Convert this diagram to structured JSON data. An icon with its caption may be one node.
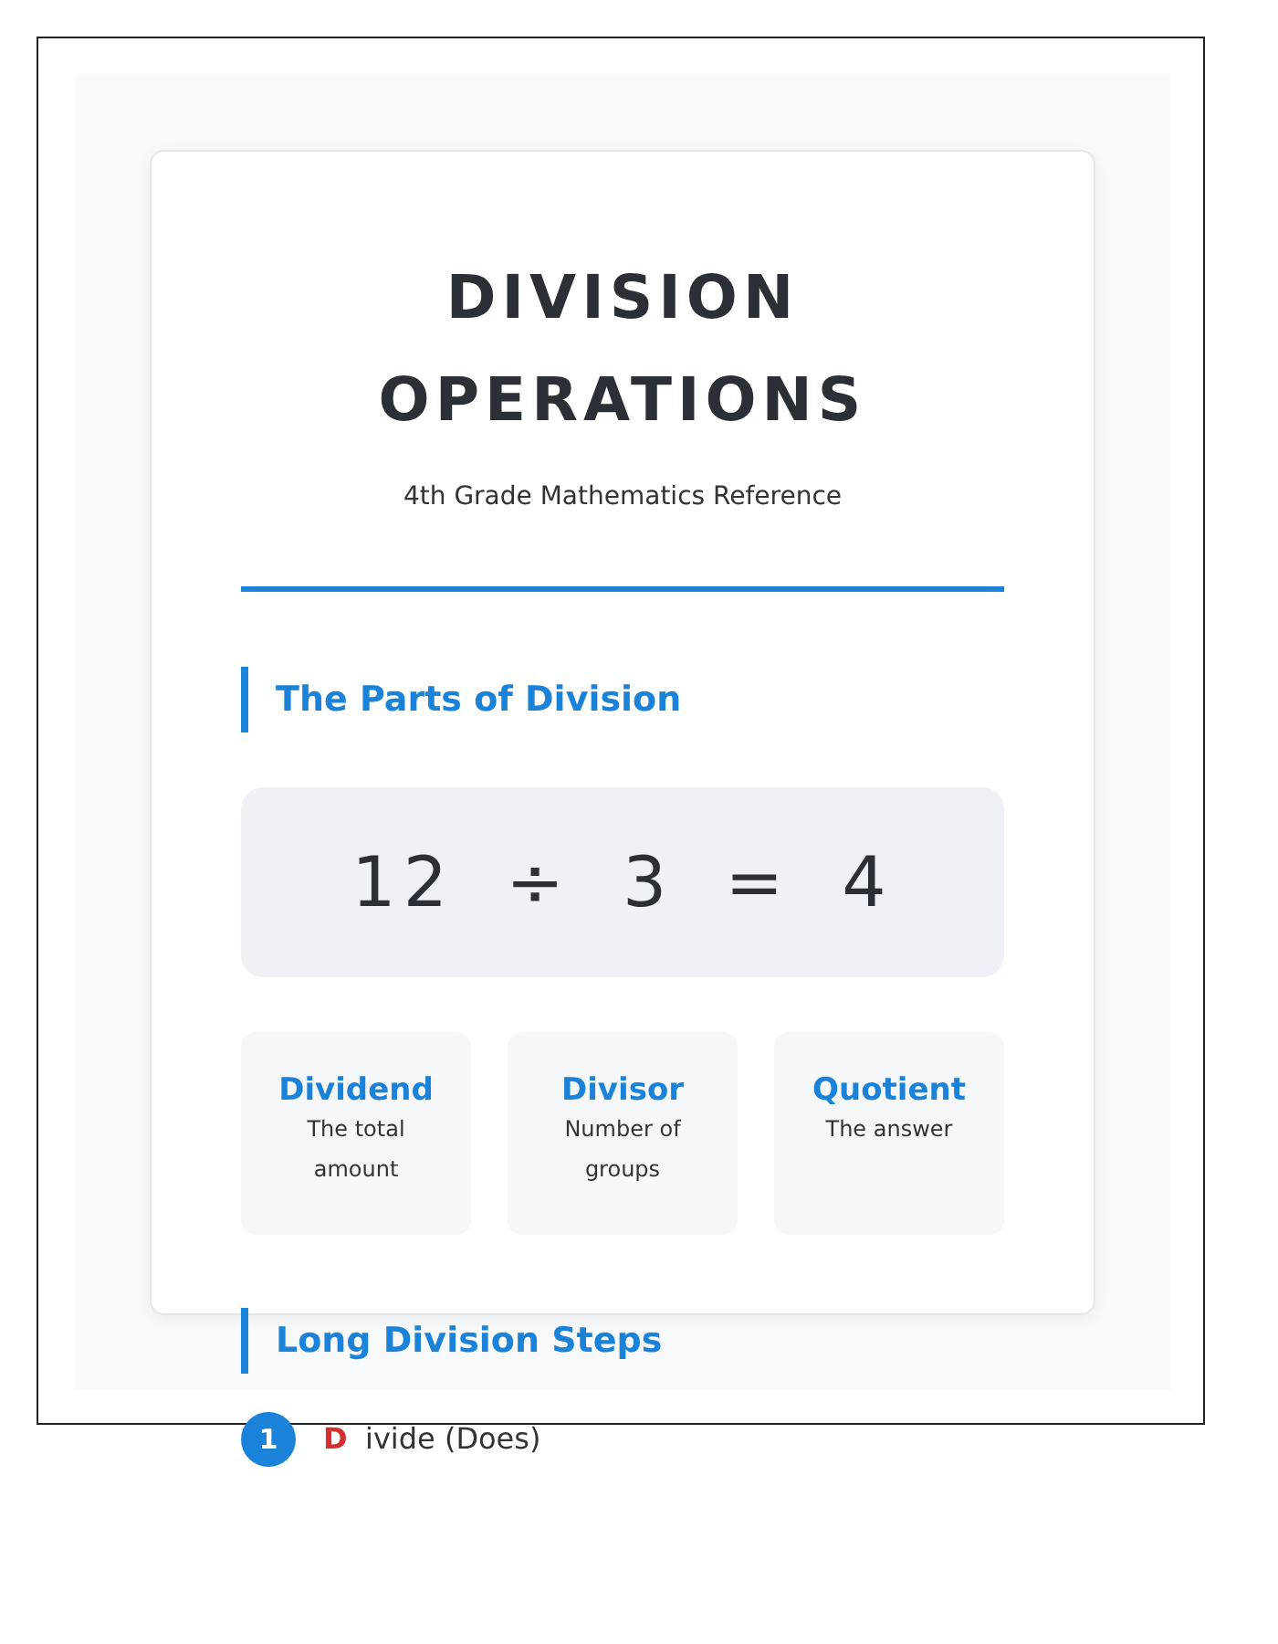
{
  "diagram": {
    "title": "DIVISION OPERATIONS",
    "nodes": [
      {
        "text": [
          "12 ÷ 3 = 4"
        ]
      },
      {
        "text": [
          "Dividend",
          "The total amount"
        ]
      },
      {
        "text": [
          "Divisor",
          "Number of groups"
        ]
      },
      {
        "text": [
          "Quotient",
          "The answer"
        ]
      },
      {
        "text": [
          "1"
        ]
      }
    ],
    "labels": [
      "4th Grade Mathematics Reference",
      "The Parts of Division",
      "Long Division Steps",
      "D",
      "ivide (Does)"
    ]
  }
}
